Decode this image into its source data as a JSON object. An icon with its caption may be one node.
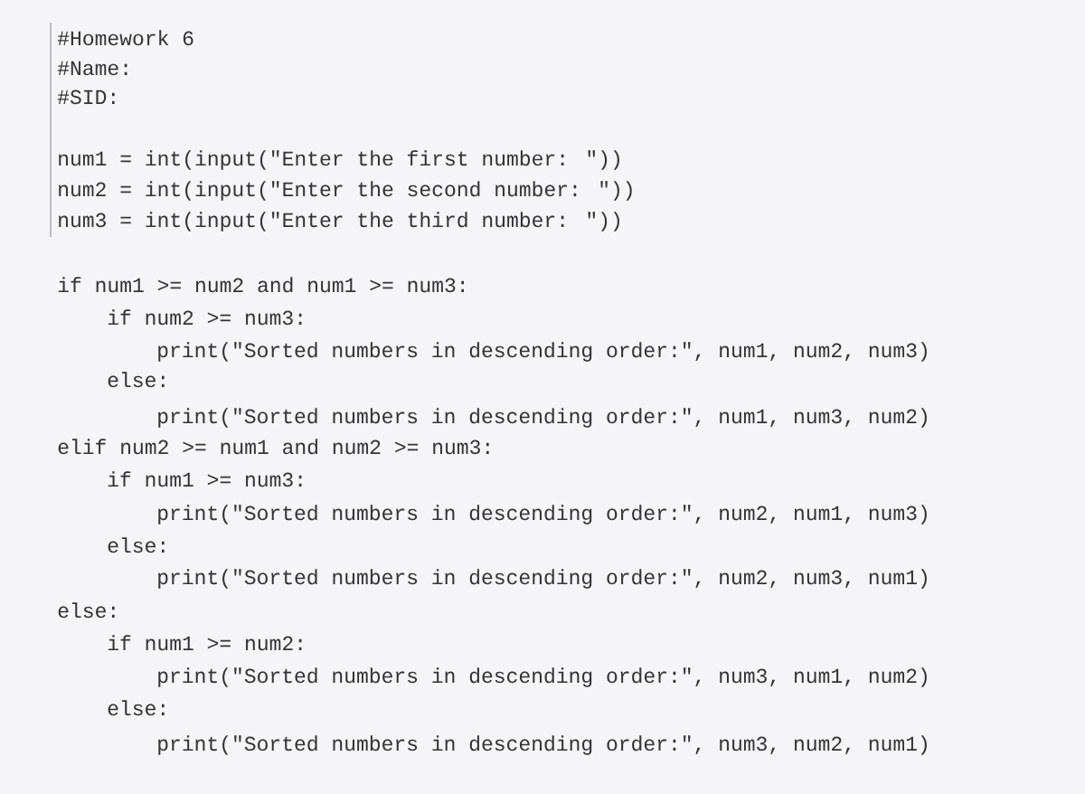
{
  "diagram": {
    "labels": [
      "#Homework 6",
      "#Name:",
      "#SID:",
      "num1 = int(input(\"Enter the first number: \"))",
      "num2 = int(input(\"Enter the second number: \"))",
      "num3 = int(input(\"Enter the third number: \"))",
      "if num1 >= num2 and num1 >= num3:",
      "if num2 >= num3:",
      "print(\"Sorted numbers in descending order:\", num1, num2, num3)",
      "else:",
      "print(\"Sorted numbers in descending order:\", num1, num3, num2)",
      "elif num2 >= num1 and num2 >= num3:",
      "if num1 >= num3:",
      "print(\"Sorted numbers in descending order:\", num2, num1, num3)",
      "else:",
      "print(\"Sorted numbers in descending order:\", num2, num3, num1)",
      "else:",
      "if num1 >= num2:",
      "print(\"Sorted numbers in descending order:\", num3, num1, num2)",
      "else:",
      "print(\"Sorted numbers in descending order:\", num3, num2, num1)"
    ]
  }
}
